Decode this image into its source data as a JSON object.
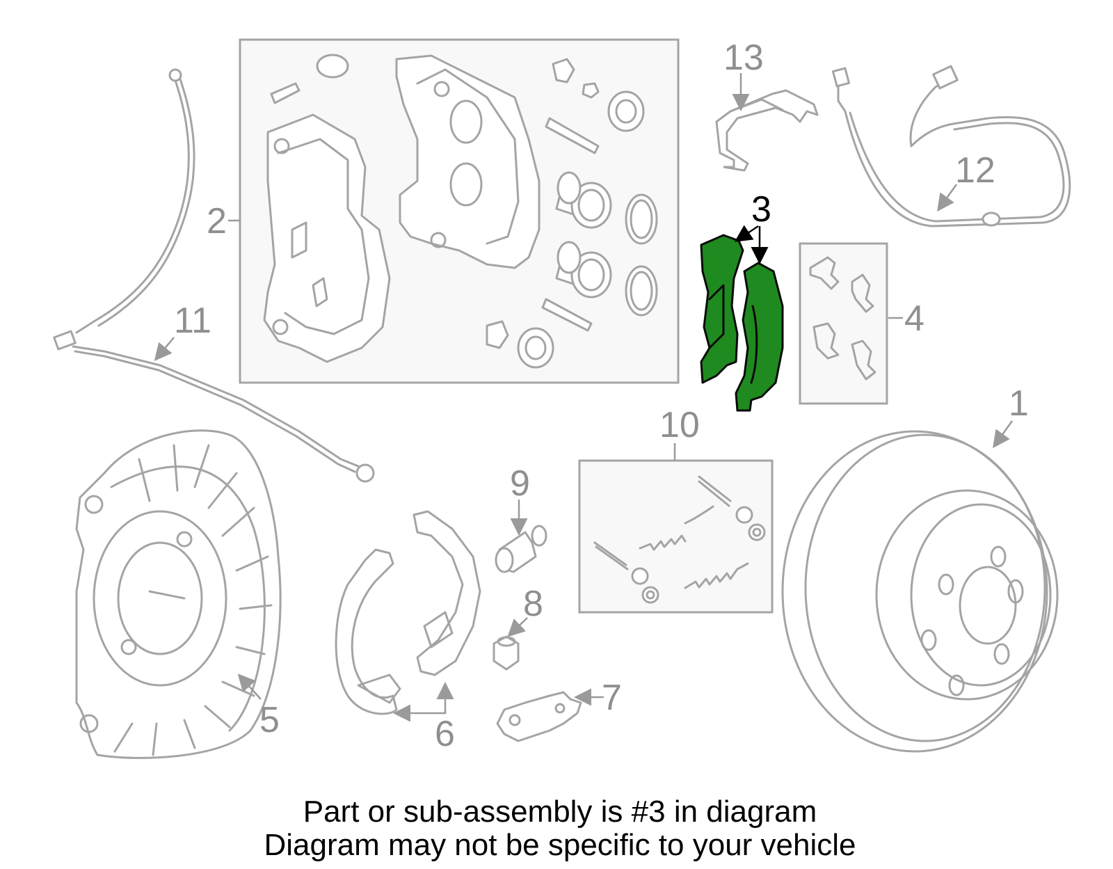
{
  "colors": {
    "highlight": "#1f8a1f",
    "banner": "#1f8a1f",
    "part_lines": "#a4a4a4",
    "callout_text": "#8f8f8f"
  },
  "callouts": {
    "c1": "1",
    "c2": "2",
    "c3": "3",
    "c4": "4",
    "c5": "5",
    "c6": "6",
    "c7": "7",
    "c8": "8",
    "c9": "9",
    "c10": "10",
    "c11": "11",
    "c12": "12",
    "c13": "13"
  },
  "highlighted_part": "3",
  "footer": {
    "line1": "Part or sub-assembly is #3 in diagram",
    "line2": "Diagram may not be specific to your vehicle"
  }
}
